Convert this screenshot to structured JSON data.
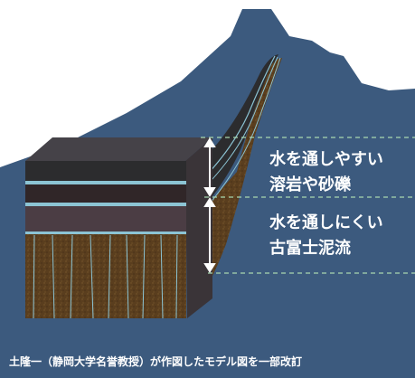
{
  "labels": {
    "permeable_line1": "水を通しやすい",
    "permeable_line2": "溶岩や砂礫",
    "impermeable_line1": "水を通しにくい",
    "impermeable_line2": "古富士泥流"
  },
  "caption": "土隆一（静岡大学名誉教授）が作図したモデル図を一部改訂",
  "colors": {
    "background": "#ffffff",
    "mountain": "#3c5a7e",
    "lava_dark": "#2c2c2e",
    "lava_mid": "#3a2c2e",
    "lava_light": "#4b3d44",
    "mudflow": "#5a3e1e",
    "water": "#8cc4d4",
    "dashed": "#a8d8b0",
    "text": "#ffffff"
  },
  "icons": [
    "double-arrow-icon",
    "double-arrow-icon"
  ]
}
